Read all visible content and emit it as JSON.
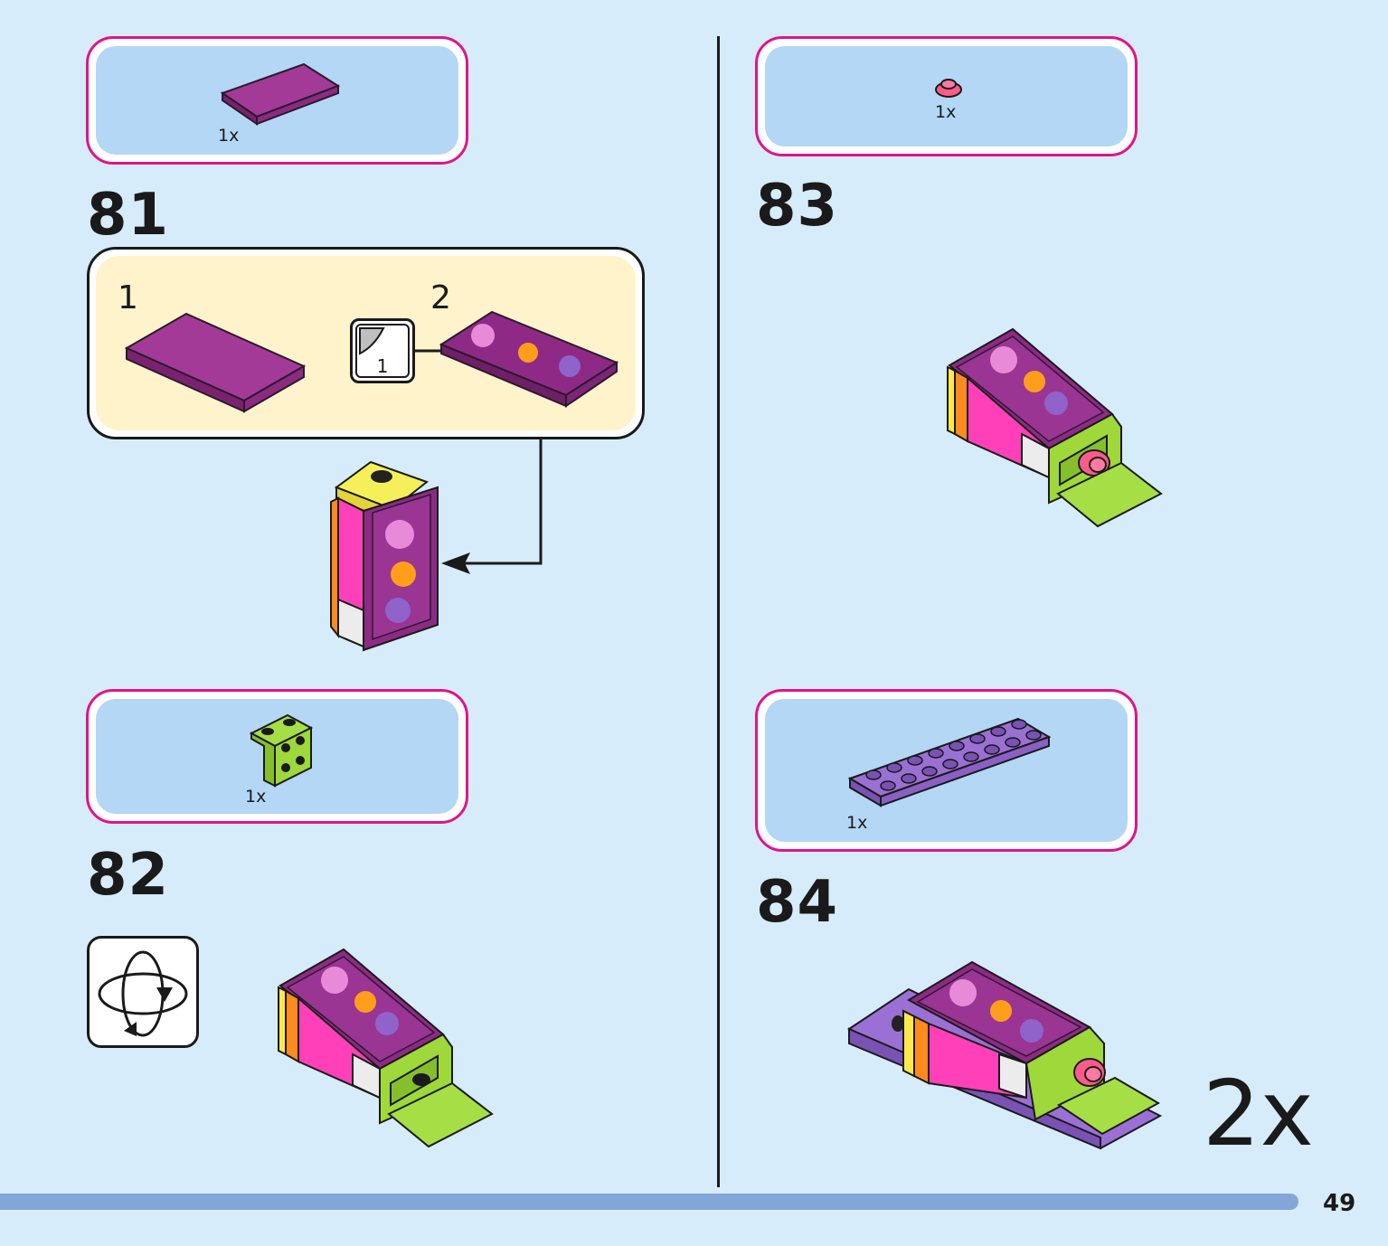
{
  "page": {
    "number": "49",
    "multiplier": "2x"
  },
  "steps": [
    {
      "number": "81",
      "parts_qty": "1x",
      "substeps": [
        "1",
        "2"
      ],
      "sticker_label": "1"
    },
    {
      "number": "82",
      "parts_qty": "1x"
    },
    {
      "number": "83",
      "parts_qty": "1x"
    },
    {
      "number": "84",
      "parts_qty": "1x"
    }
  ],
  "colors": {
    "background": "#d6ecfa",
    "parts_border": "#e0148a",
    "parts_fill": "#b3d7f5",
    "substep_fill": "#fff3cc",
    "magenta_tile": "#9b2d8f",
    "lime": "#9ed83a",
    "lavender": "#8f63c9",
    "pink": "#ff3fb8",
    "progress_bar": "#82a6d8"
  },
  "icons": [
    "rotate-model-icon",
    "sticker-icon",
    "arrow-pointer-icon"
  ]
}
